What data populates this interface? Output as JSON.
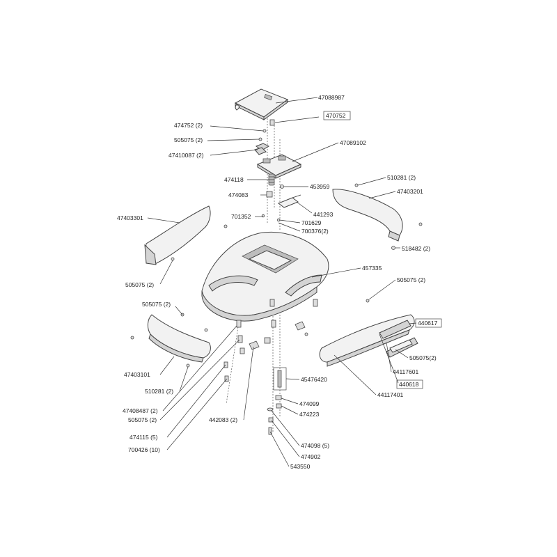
{
  "labels": {
    "p47088987": "47088987",
    "p470752": "470752",
    "p474752": "474752 (2)",
    "p505075_top": "505075 (2)",
    "p47410087": "47410087 (2)",
    "p47089102": "47089102",
    "p474118": "474118",
    "p453959": "453959",
    "p474083": "474083",
    "p441293": "441293",
    "p701352": "701352",
    "p701629": "701629",
    "p700376": "700376(2)",
    "p510281_right": "510281 (2)",
    "p47403201": "47403201",
    "p518482": "518482 (2)",
    "p47403301": "47403301",
    "p457335": "457335",
    "p505075_left1": "505075 (2)",
    "p505075_right1": "505075 (2)",
    "p505075_left2": "505075 (2)",
    "p440617": "440617",
    "p505075_right2": "505075(2)",
    "p44117601": "44117601",
    "p440618": "440618",
    "p47403101": "47403101",
    "p45476420": "45476420",
    "p44117401": "44117401",
    "p510281_left": "510281 (2)",
    "p474099": "474099",
    "p47408487": "47408487 (2)",
    "p505075_bottom": "505075 (2)",
    "p474223": "474223",
    "p442083": "442083 (2)",
    "p474115": "474115 (5)",
    "p474098": "474098 (5)",
    "p700426": "700426 (10)",
    "p474902": "474902",
    "p543550": "543550"
  }
}
